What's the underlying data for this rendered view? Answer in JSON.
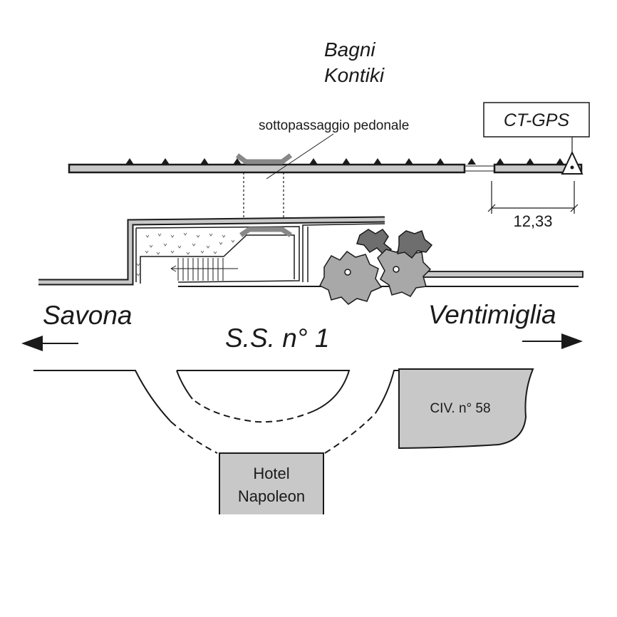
{
  "labels": {
    "beach": [
      "Bagni",
      "Kontiki"
    ],
    "underpass": "sottopassaggio pedonale",
    "station": "CT-GPS",
    "distance": "12,33",
    "west_city": "Savona",
    "east_city": "Ventimiglia",
    "road": "S.S. n° 1",
    "building": "CIV. n° 58",
    "hotel": [
      "Hotel",
      "Napoleon"
    ]
  },
  "colors": {
    "fill_grey": "#c8c8c8",
    "underpass_grey": "#888888",
    "line": "#1a1a1a"
  },
  "icons": {
    "station_marker": "triangle-dot-icon",
    "west_arrow": "arrow-left-icon",
    "east_arrow": "arrow-right-icon",
    "vegetation": "bush-icon"
  }
}
